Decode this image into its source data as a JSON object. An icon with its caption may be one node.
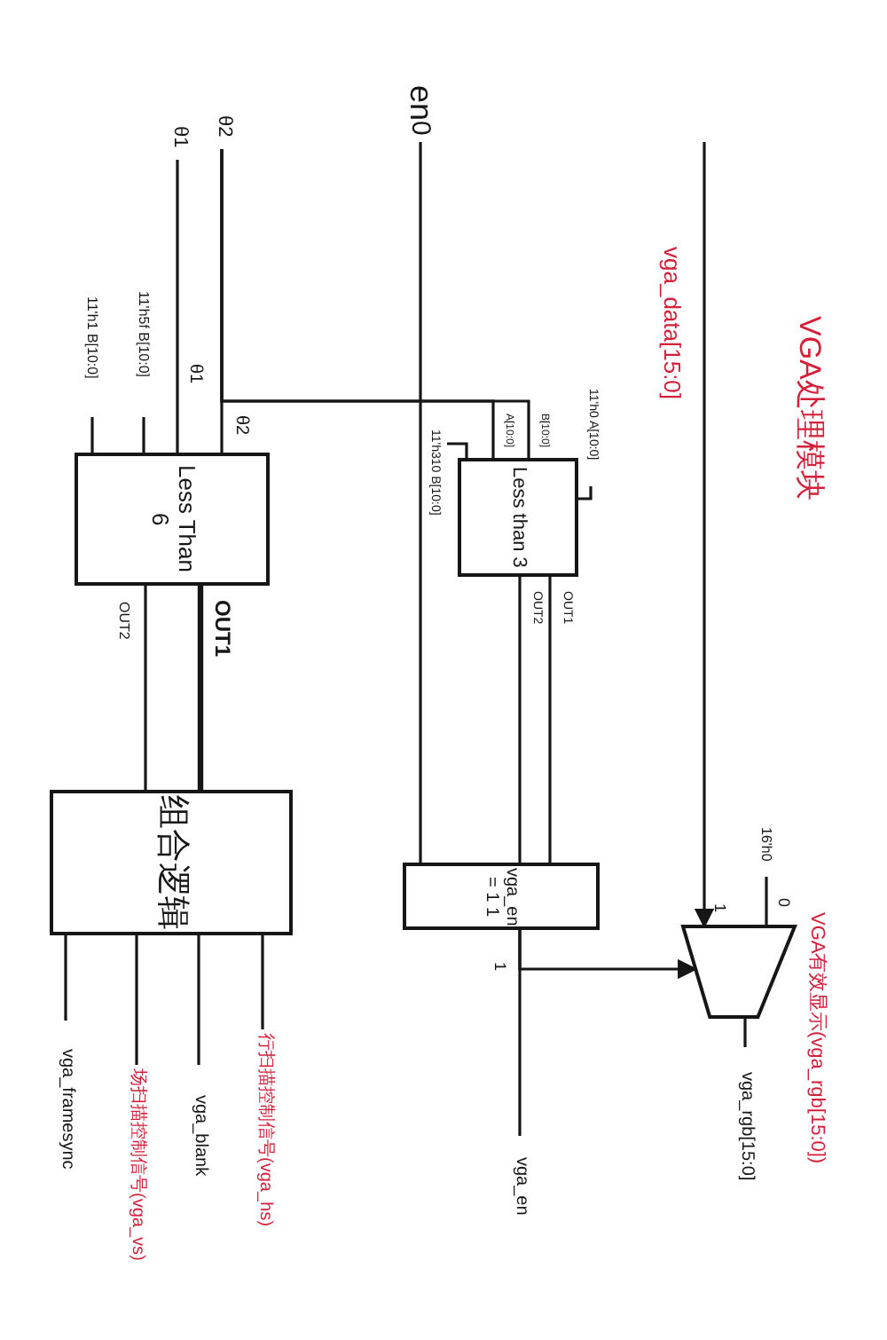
{
  "diagram": {
    "title": "VGA处理模块",
    "nodes": [
      {
        "text": [
          "θ2"
        ]
      },
      {
        "text": [
          "θ1"
        ]
      },
      {
        "text": [
          "en$_{0}$"
        ]
      },
      {
        "text": [
          "11'h1 B[10:0]"
        ]
      },
      {
        "text": [
          "11'h5f B[10:0]"
        ]
      },
      {
        "text": [
          "Less Than 6"
        ]
      },
      {
        "text": [
          "11'h310 B[10:0]"
        ]
      },
      {
        "text": [
          "11'h0 A[10:0]"
        ]
      },
      {
        "text": [
          "Less than 3"
        ]
      },
      {
        "text": [
          "组合逻辑"
        ]
      },
      {
        "text": [
          "vga_en = 1 1"
        ]
      },
      {
        "text": [],
        "shape": "trapezoid"
      },
      {
        "text": [
          "16'h0"
        ]
      },
      {
        "text": [
          "vga_framesync"
        ]
      },
      {
        "text": [
          "场扫描控制信号",
          "(vga_vs)"
        ]
      },
      {
        "text": [
          "vga_blank"
        ]
      },
      {
        "text": [
          "行扫描控制信号",
          "(vga_hs)"
        ]
      },
      {
        "text": [
          "vga_en"
        ]
      },
      {
        "text": [
          "vga_rgb[15:0]"
        ],
        "beside": [
          "VGA有效显示",
          "(vga_rgb[15:0])"
        ]
      }
    ],
    "edges": [
      {
        "from": 0,
        "to": 5,
        "arrow": "none"
      },
      {
        "from": 0,
        "to": 8,
        "arrow": "none"
      },
      {
        "from": 0,
        "to": 8,
        "arrow": "none"
      },
      {
        "from": 1,
        "to": 5,
        "arrow": "none"
      },
      {
        "from": 2,
        "to": 10,
        "arrow": "none"
      },
      {
        "from": 3,
        "to": 5,
        "arrow": "none"
      },
      {
        "from": 4,
        "to": 5,
        "arrow": "none"
      },
      {
        "from": 6,
        "to": 8,
        "arrow": "none"
      },
      {
        "from": 7,
        "to": 8,
        "arrow": "none"
      },
      {
        "from": 5,
        "to": 9,
        "arrow": "none"
      },
      {
        "from": 5,
        "to": 9,
        "arrow": "none",
        "style": "thick"
      },
      {
        "from": 8,
        "to": 10,
        "arrow": "none"
      },
      {
        "from": 8,
        "to": 10,
        "arrow": "none"
      },
      {
        "from": 10,
        "to": 17,
        "arrow": "none"
      },
      {
        "from": 10,
        "to": 11,
        "arrow": "to"
      },
      {
        "from": null,
        "to": 11,
        "arrow": "to"
      },
      {
        "from": 12,
        "to": 11,
        "arrow": "none"
      },
      {
        "from": 11,
        "to": 18,
        "arrow": "none"
      },
      {
        "from": 9,
        "to": 13,
        "arrow": "none"
      },
      {
        "from": 9,
        "to": 14,
        "arrow": "none"
      },
      {
        "from": 9,
        "to": 15,
        "arrow": "none"
      },
      {
        "from": 9,
        "to": 16,
        "arrow": "none"
      }
    ],
    "labels": [
      "θ1",
      "θ2",
      "OUT2",
      "OUT1",
      "A[10:0]",
      "B[10:0]",
      "OUT2",
      "OUT1",
      "vga_data[15:0]",
      "1",
      "1",
      "0"
    ]
  }
}
